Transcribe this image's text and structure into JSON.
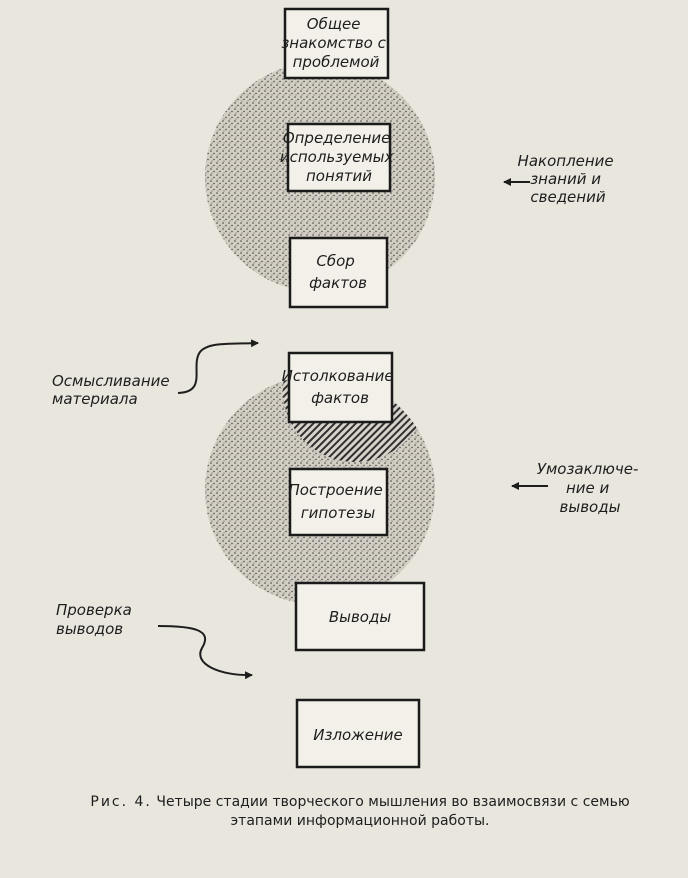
{
  "stages": [
    {
      "lines": [
        "Общее",
        "знакомство с",
        "проблемой"
      ]
    },
    {
      "lines": [
        "Определение",
        "используемых",
        "понятий"
      ]
    },
    {
      "lines": [
        "Сбор",
        "фактов"
      ]
    },
    {
      "lines": [
        "Истолкование",
        "фактов"
      ]
    },
    {
      "lines": [
        "Построение",
        "гипотезы"
      ]
    },
    {
      "lines": [
        "Выводы"
      ]
    },
    {
      "lines": [
        "Изложение"
      ]
    }
  ],
  "labels": {
    "accumulation": [
      "Накопление",
      "знаний и",
      "сведений"
    ],
    "comprehension": [
      "Осмысливание",
      "материала"
    ],
    "inference": [
      "Умозаключе-",
      "ние и",
      "выводы"
    ],
    "verification": [
      "Проверка",
      "выводов"
    ]
  },
  "caption": {
    "prefix": "Рис. 4.",
    "line1": "Четыре стадии творческого мышления во взаимосвязи с семью",
    "line2": "этапами информационной работы."
  }
}
